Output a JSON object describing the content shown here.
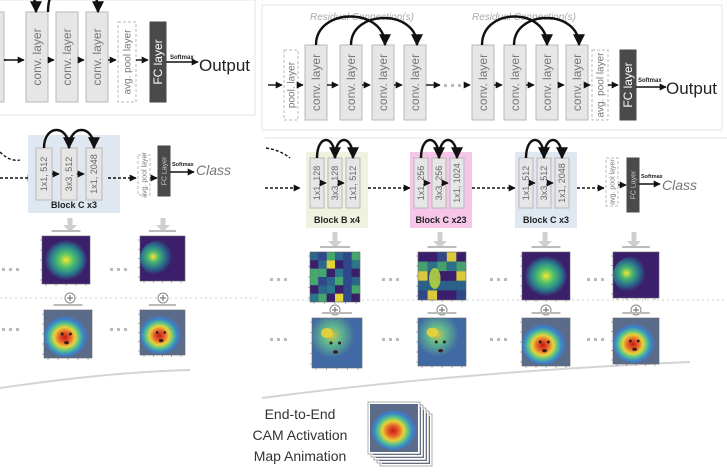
{
  "layer_labels": {
    "conv": "conv. layer",
    "pool": "pool. layer",
    "avg_pool": "avg. pool layer",
    "fc": "FC layer",
    "avg_pool_small": "avg. pool layer",
    "fc_small": "FC Layer"
  },
  "softmax": "Softmax",
  "output": "Output",
  "class": "Class",
  "residual": "Residual Connection(s)",
  "ellipsis": "…",
  "blocks": {
    "b": {
      "title": "Block B x4",
      "layers": [
        "1x1, 128",
        "3x3, 128",
        "1x1, 512"
      ]
    },
    "c23": {
      "title": "Block C x23",
      "layers": [
        "1x1, 256",
        "3x3, 256",
        "1x1, 1024"
      ]
    },
    "c3": {
      "title": "Block C x3",
      "layers": [
        "1x1, 512",
        "3x3, 512",
        "1x1, 2048"
      ]
    }
  },
  "animation_text": [
    "End-to-End",
    "CAM Activation",
    "Map Animation"
  ],
  "colors": {
    "layer_fill": "#e6e6e6",
    "layer_stroke": "#b8b8b8",
    "fc_fill": "#4a4a4a",
    "block_b_bg": "#eef2df",
    "block_c23_bg": "#f5c6e8",
    "block_c3_bg": "#dfe8f1",
    "arrow": "#111111",
    "gray_arrow": "#cfcfcf"
  },
  "icons": {
    "plus": "plus-circle-icon"
  }
}
